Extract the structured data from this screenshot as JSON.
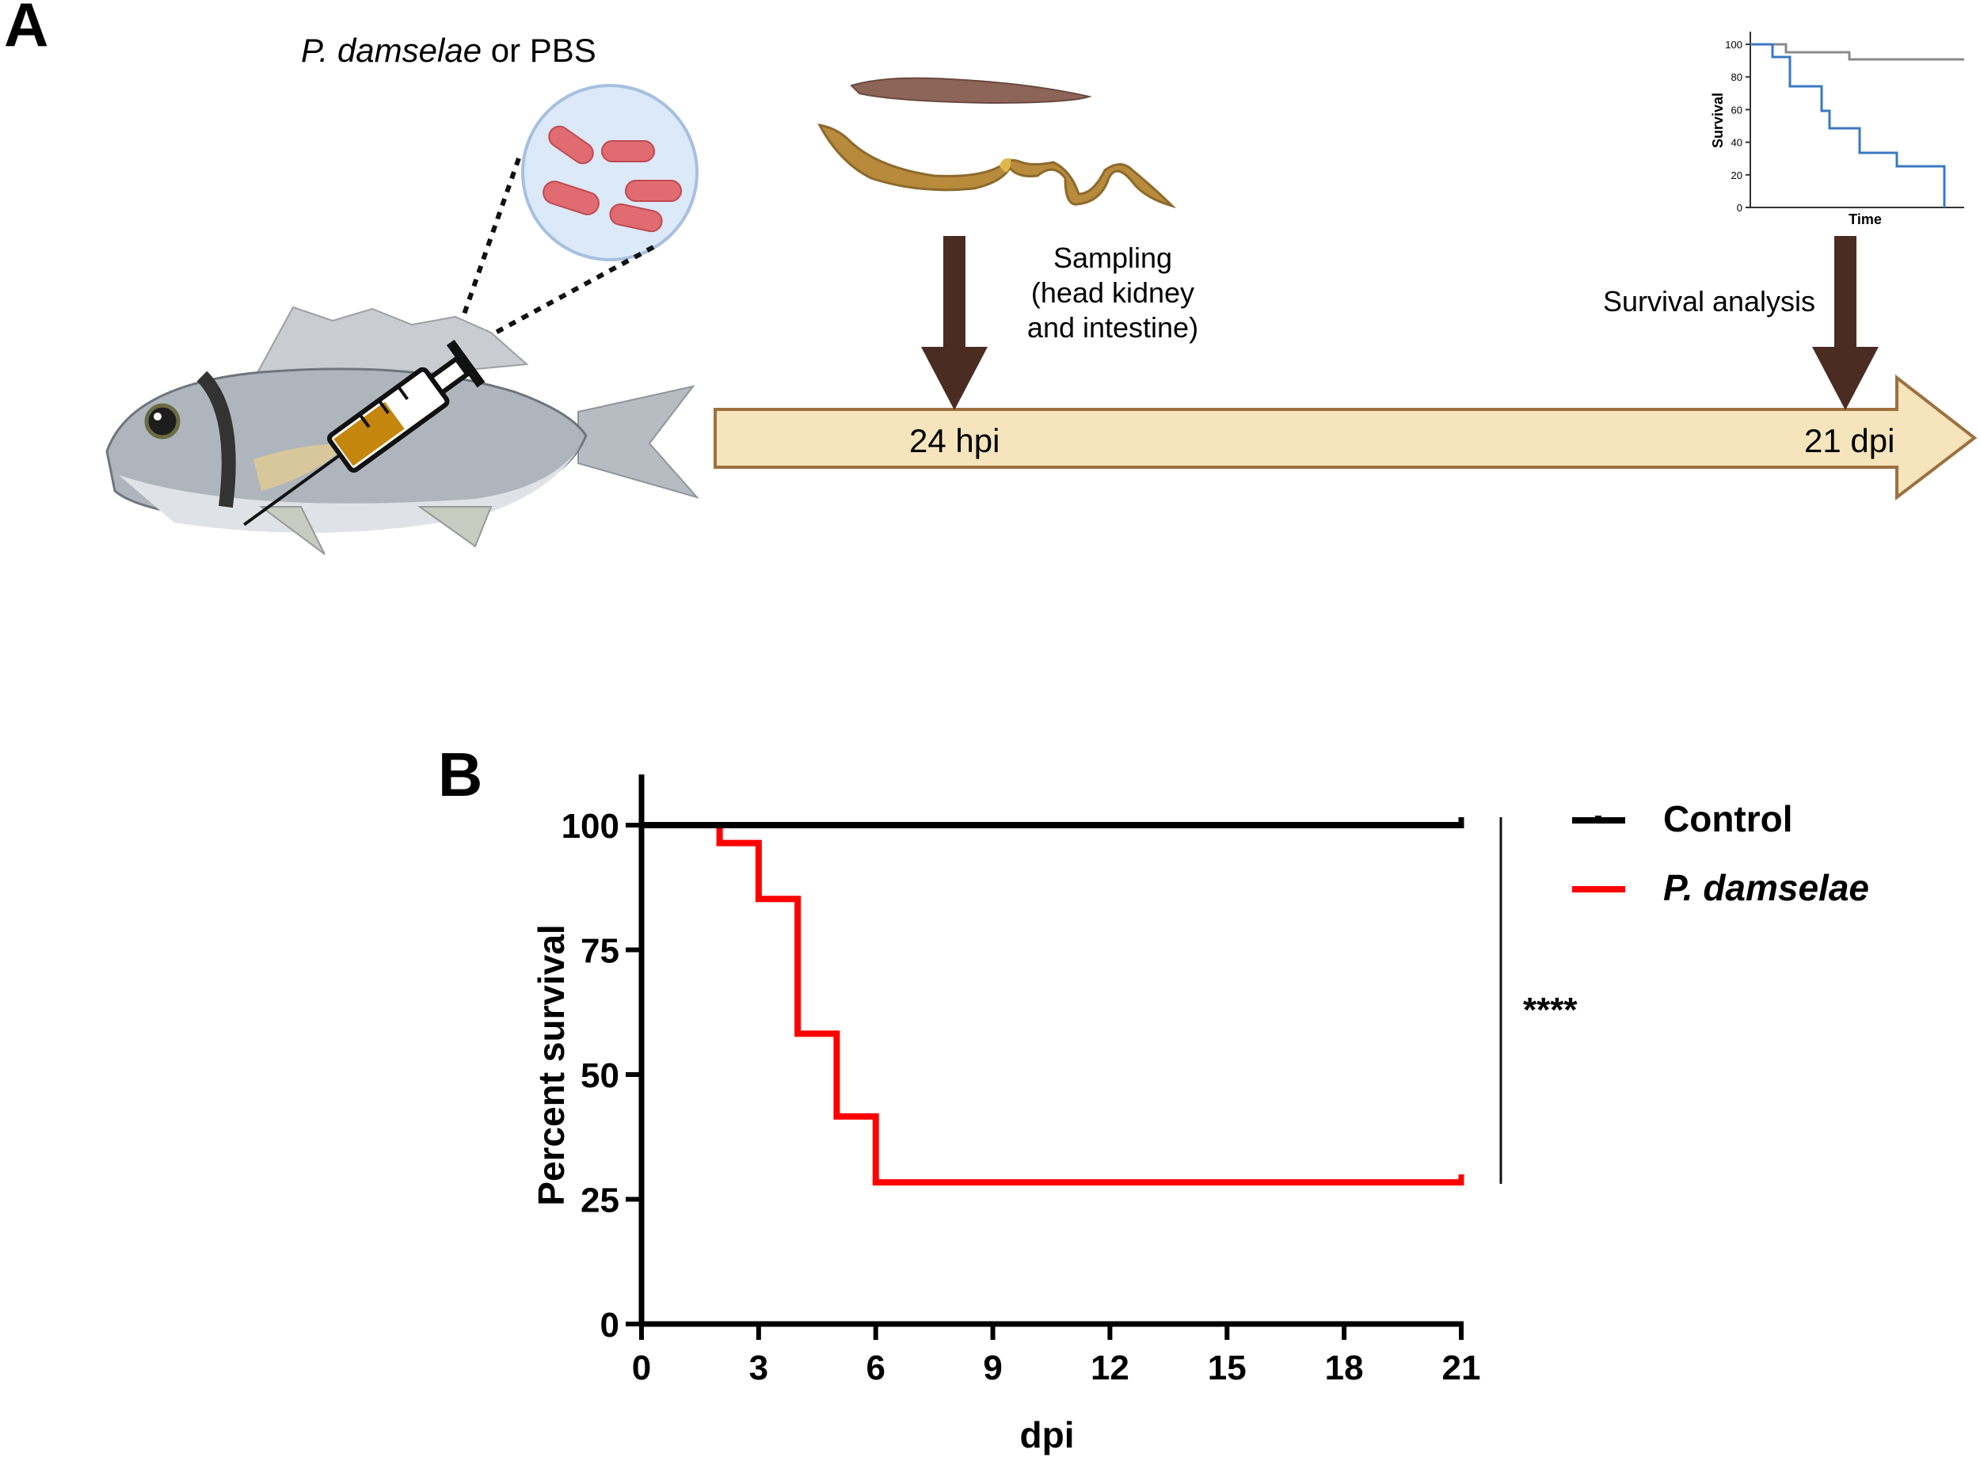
{
  "panel_a": {
    "label": "A",
    "treatment_label_italic": "P. damselae",
    "treatment_label_rest": " or PBS",
    "sampling_label": [
      "Sampling",
      "(head kidney",
      "and intestine)"
    ],
    "timepoint_1": "24 hpi",
    "timepoint_2": "21 dpi",
    "survival_analysis_label": "Survival analysis",
    "icon_chart": {
      "ylabel": "Survival",
      "xlabel": "Time",
      "ticks": [
        "0",
        "20",
        "40",
        "60",
        "80",
        "100"
      ]
    }
  },
  "panel_b": {
    "label": "B",
    "significance": "****",
    "legend": [
      {
        "label": "Control",
        "italic": false
      },
      {
        "label": "P. damselae",
        "italic": true
      }
    ]
  },
  "chart_data": {
    "type": "line",
    "step": true,
    "xlabel": "dpi",
    "ylabel": "Percent survival",
    "xlim": [
      0,
      21
    ],
    "ylim": [
      0,
      100
    ],
    "xticks": [
      0,
      3,
      6,
      9,
      12,
      15,
      18,
      21
    ],
    "yticks": [
      0,
      25,
      50,
      75,
      100
    ],
    "series": [
      {
        "name": "Control",
        "color": "#000000",
        "x": [
          0,
          21
        ],
        "y": [
          100,
          100
        ]
      },
      {
        "name": "P. damselae",
        "color": "#ff0000",
        "x": [
          0,
          2,
          3,
          4,
          5,
          6,
          21
        ],
        "y": [
          100,
          96.4,
          85.2,
          58.2,
          41.6,
          28.4,
          28.4
        ]
      }
    ]
  },
  "colors": {
    "timeline_fill": "#f5e4bc",
    "timeline_stroke": "#9c7140",
    "arrow_dark": "#4a2c22",
    "bacteria_bubble": "#dce9f8",
    "bacteria": "#e06b70",
    "icon_series_1": "#3b78c2",
    "icon_series_2": "#8a8a8a"
  }
}
